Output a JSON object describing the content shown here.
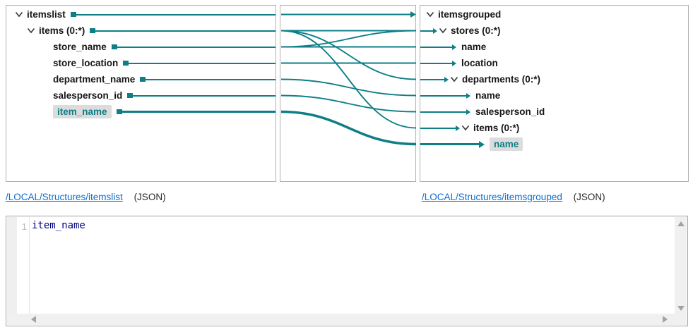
{
  "colors": {
    "teal": "#0e7e87",
    "link_blue": "#0a6ed1",
    "tree_text": "#161616",
    "highlight_bg": "#dcdcdc",
    "code_text_navy": "#000080"
  },
  "source_tree": {
    "rows": [
      {
        "label": "itemslist",
        "level": 0,
        "chevron": true,
        "highlighted": false,
        "thick": false
      },
      {
        "label": "items (0:*)",
        "level": 1,
        "chevron": true,
        "highlighted": false,
        "thick": false
      },
      {
        "label": "store_name",
        "level": 2,
        "chevron": false,
        "highlighted": false,
        "thick": false
      },
      {
        "label": "store_location",
        "level": 2,
        "chevron": false,
        "highlighted": false,
        "thick": false
      },
      {
        "label": "department_name",
        "level": 2,
        "chevron": false,
        "highlighted": false,
        "thick": false
      },
      {
        "label": "salesperson_id",
        "level": 2,
        "chevron": false,
        "highlighted": false,
        "thick": false
      },
      {
        "label": "item_name",
        "level": 2,
        "chevron": false,
        "highlighted": true,
        "thick": true
      }
    ]
  },
  "target_tree": {
    "rows": [
      {
        "label": "itemsgrouped",
        "level": 0,
        "chevron": true,
        "arrow": false,
        "highlighted": false,
        "thick": false
      },
      {
        "label": "stores (0:*)",
        "level": 1,
        "chevron": true,
        "arrow": true,
        "highlighted": false,
        "thick": false
      },
      {
        "label": "name",
        "level": 2,
        "chevron": false,
        "arrow": true,
        "highlighted": false,
        "thick": false
      },
      {
        "label": "location",
        "level": 2,
        "chevron": false,
        "arrow": true,
        "highlighted": false,
        "thick": false
      },
      {
        "label": "departments (0:*)",
        "level": 2,
        "chevron": true,
        "arrow": true,
        "highlighted": false,
        "thick": false
      },
      {
        "label": "name",
        "level": 3,
        "chevron": false,
        "arrow": true,
        "highlighted": false,
        "thick": false
      },
      {
        "label": "salesperson_id",
        "level": 3,
        "chevron": false,
        "arrow": true,
        "highlighted": false,
        "thick": false
      },
      {
        "label": "items (0:*)",
        "level": 3,
        "chevron": true,
        "arrow": true,
        "highlighted": false,
        "thick": false
      },
      {
        "label": "name",
        "level": 4,
        "chevron": false,
        "arrow": true,
        "highlighted": true,
        "thick": true
      }
    ]
  },
  "mappings": [
    {
      "from": 0,
      "to": 0,
      "arrowhead": true,
      "thick": false
    },
    {
      "from": 1,
      "to": 1,
      "arrowhead": false,
      "thick": false
    },
    {
      "from": 1,
      "to": 4,
      "arrowhead": false,
      "thick": false
    },
    {
      "from": 1,
      "to": 7,
      "arrowhead": false,
      "thick": false
    },
    {
      "from": 2,
      "to": 1,
      "arrowhead": false,
      "thick": false
    },
    {
      "from": 2,
      "to": 2,
      "arrowhead": false,
      "thick": false
    },
    {
      "from": 3,
      "to": 3,
      "arrowhead": false,
      "thick": false
    },
    {
      "from": 4,
      "to": 5,
      "arrowhead": false,
      "thick": false
    },
    {
      "from": 5,
      "to": 6,
      "arrowhead": false,
      "thick": false
    },
    {
      "from": 6,
      "to": 8,
      "arrowhead": false,
      "thick": true
    }
  ],
  "links": {
    "source": {
      "path": "/LOCAL/Structures/itemslist",
      "format": "(JSON)"
    },
    "target": {
      "path": "/LOCAL/Structures/itemsgrouped",
      "format": "(JSON)"
    }
  },
  "editor": {
    "line_number": "1",
    "expression": "item_name"
  }
}
